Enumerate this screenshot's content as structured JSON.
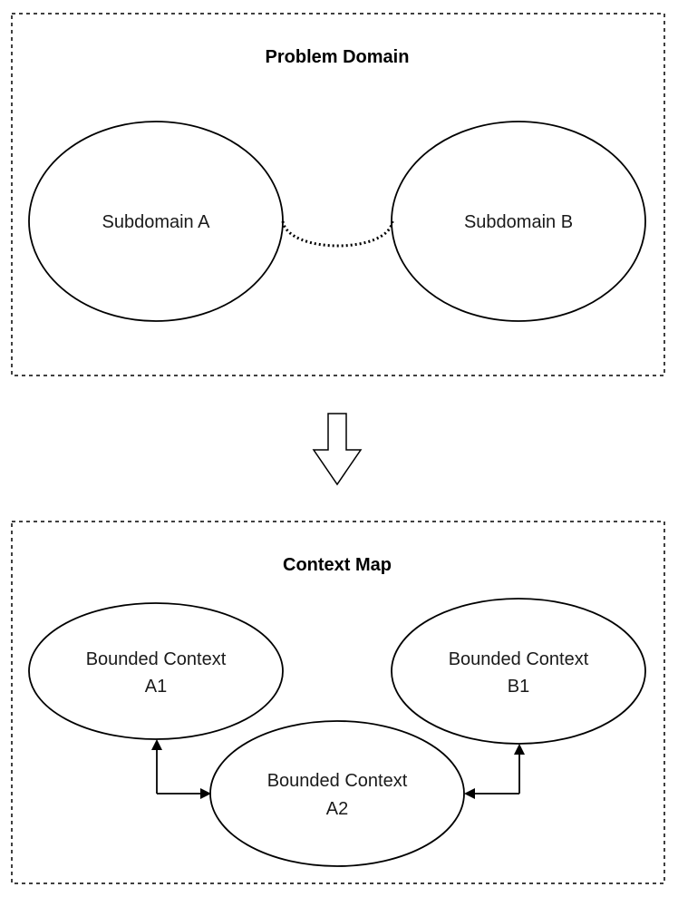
{
  "problem_domain": {
    "title": "Problem Domain",
    "subdomain_a": "Subdomain A",
    "subdomain_b": "Subdomain B"
  },
  "context_map": {
    "title": "Context Map",
    "a1": {
      "line1": "Bounded Context",
      "line2": "A1"
    },
    "b1": {
      "line1": "Bounded Context",
      "line2": "B1"
    },
    "a2": {
      "line1": "Bounded Context",
      "line2": "A2"
    }
  },
  "colors": {
    "stroke": "#000000",
    "background": "#ffffff"
  }
}
